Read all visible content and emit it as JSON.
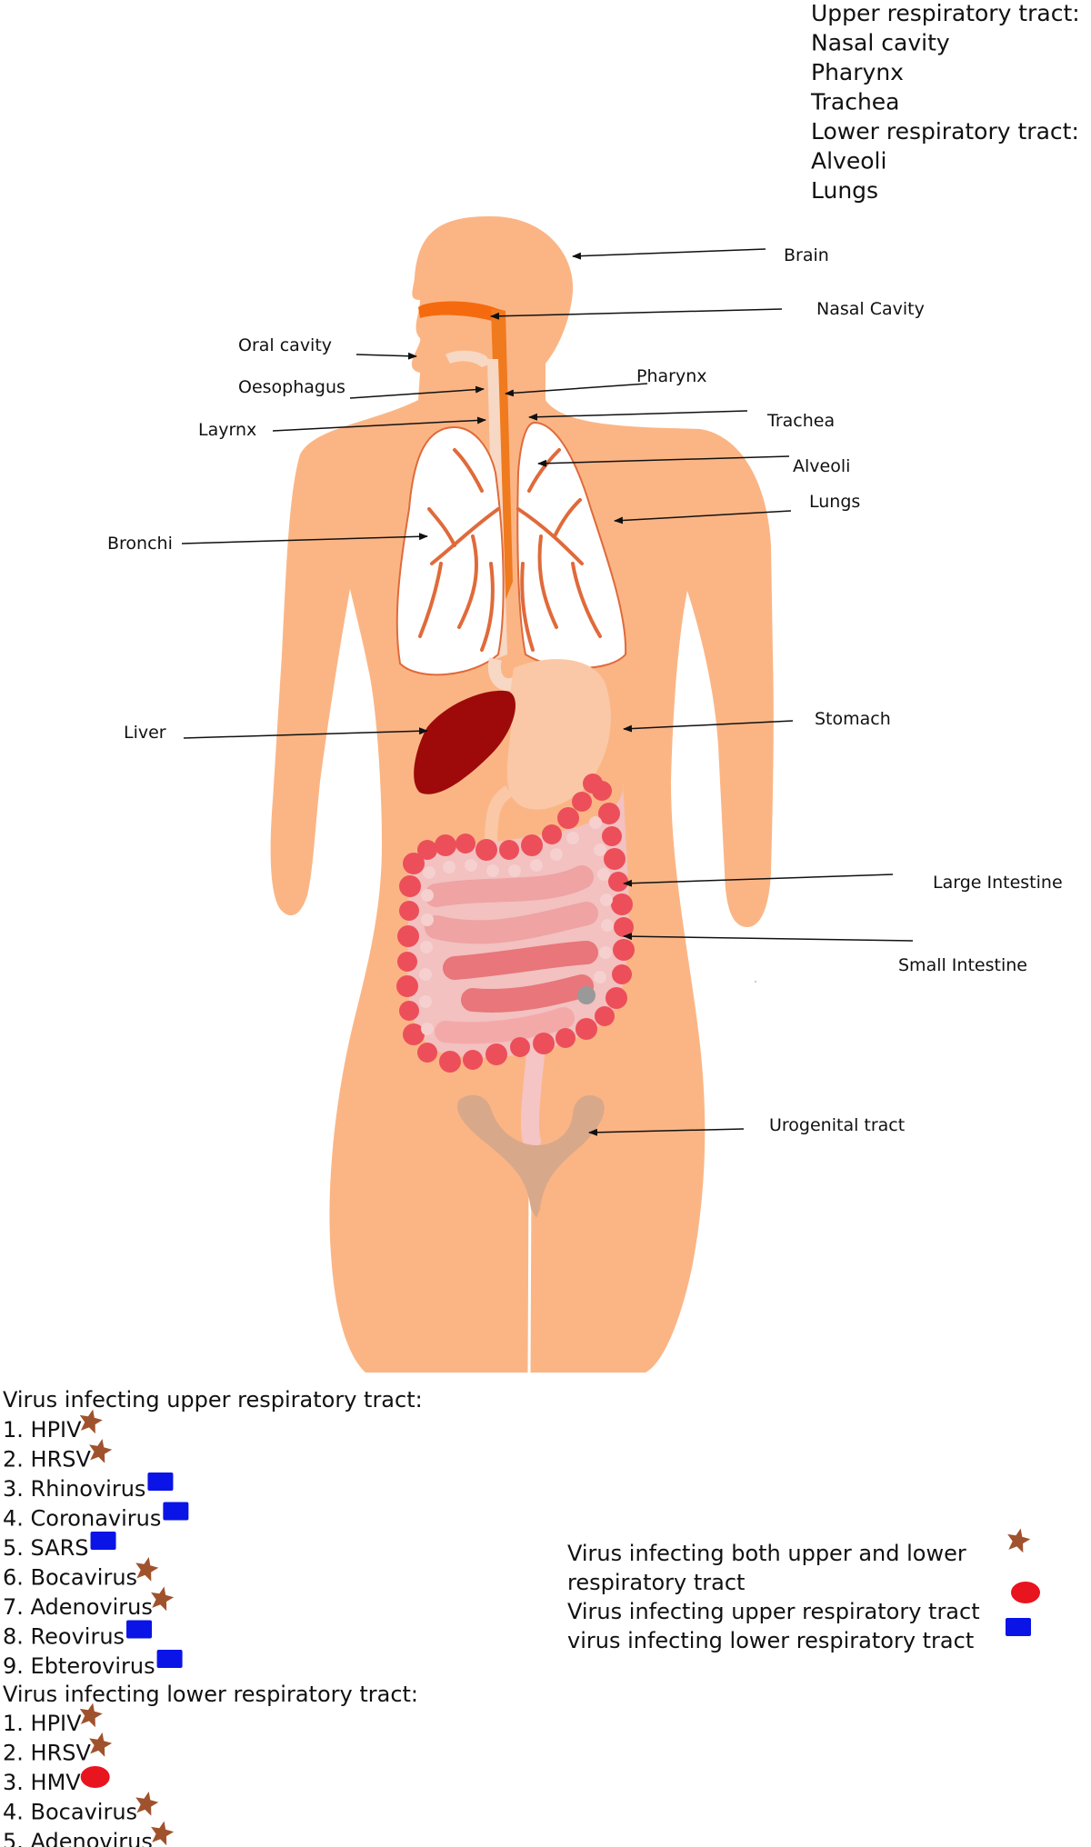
{
  "top_note": {
    "lines": [
      "Upper respiratory tract:",
      "Nasal cavity",
      "Pharynx",
      "Trachea",
      "Lower respiratory tract:",
      "Alveoli",
      "Lungs"
    ]
  },
  "labels": {
    "brain": "Brain",
    "nasal_cavity": "Nasal Cavity",
    "oral_cavity": "Oral cavity",
    "oesophagus": "Oesophagus",
    "pharynx": "Pharynx",
    "layrnx": "Layrnx",
    "trachea": "Trachea",
    "alveoli": "Alveoli",
    "lungs": "Lungs",
    "bronchi": "Bronchi",
    "liver": "Liver",
    "stomach": "Stomach",
    "large_intestine": "Large Intestine",
    "small_intestine": "Small Intestine",
    "urogenital_tract": "Urogenital tract"
  },
  "upper_list": {
    "heading": "Virus infecting upper respiratory tract:",
    "items": [
      {
        "text": "1. HPIV",
        "marker": "star"
      },
      {
        "text": "2. HRSV",
        "marker": "star"
      },
      {
        "text": "3. Rhinovirus",
        "marker": "square"
      },
      {
        "text": "4. Coronavirus",
        "marker": "square"
      },
      {
        "text": "5. SARS",
        "marker": "square"
      },
      {
        "text": "6. Bocavirus",
        "marker": "star"
      },
      {
        "text": "7. Adenovirus",
        "marker": "star"
      },
      {
        "text": "8. Reovirus",
        "marker": "square"
      },
      {
        "text": "9. Ebterovirus",
        "marker": "square"
      }
    ]
  },
  "lower_list": {
    "heading": "Virus infecting lower respiratory tract:",
    "items": [
      {
        "text": "1. HPIV",
        "marker": "star"
      },
      {
        "text": "2. HRSV",
        "marker": "star"
      },
      {
        "text": "3. HMV",
        "marker": "ellipse"
      },
      {
        "text": "4. Bocavirus",
        "marker": "star"
      },
      {
        "text": "5. Adenovirus",
        "marker": "star"
      }
    ]
  },
  "legend": {
    "both_line1": "Virus infecting both upper and lower",
    "both_line2": "respiratory tract",
    "upper": "Virus infecting upper respiratory tract",
    "lower": "virus infecting lower respiratory tract"
  },
  "colors": {
    "body": "#FBB585",
    "star": "#A0522D",
    "square": "#0A14E6",
    "ellipse": "#E8141E",
    "trachea": "#F07A1E",
    "liver": "#9E0A0A",
    "large_intestine": "#EC4F5A"
  }
}
